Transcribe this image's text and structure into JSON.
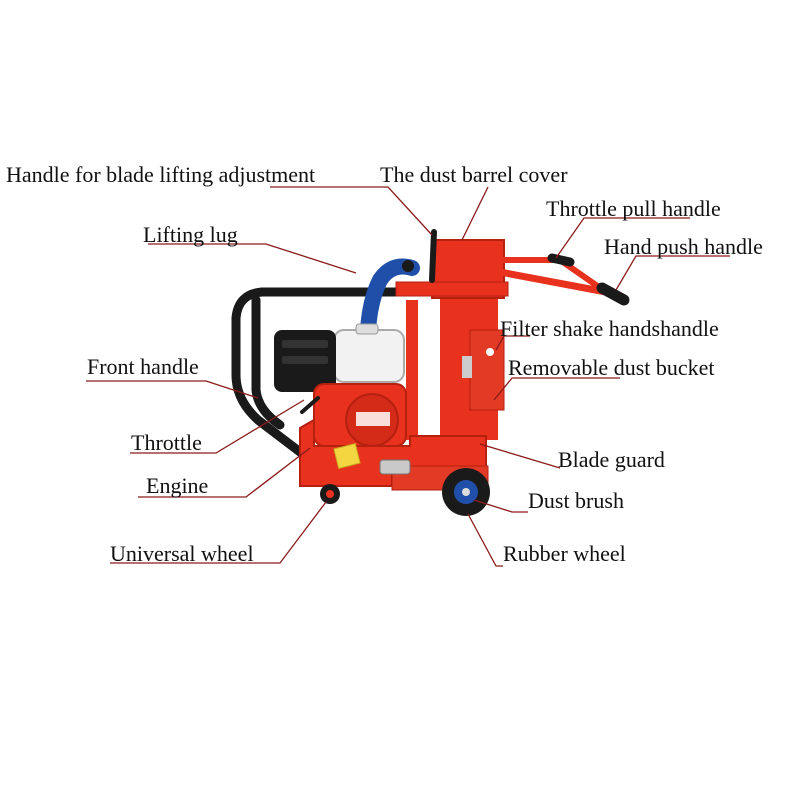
{
  "labels": {
    "handle_blade_lifting": "Handle for blade lifting adjustment",
    "dust_barrel_cover": "The dust barrel cover",
    "throttle_pull_handle": "Throttle pull handle",
    "hand_push_handle": "Hand push handle",
    "lifting_lug": "Lifting lug",
    "filter_shake_handshandle": "Filter shake handshandle",
    "front_handle": "Front handle",
    "removable_dust_bucket": "Removable dust bucket",
    "throttle": "Throttle",
    "blade_guard": "Blade guard",
    "engine": "Engine",
    "dust_brush": "Dust brush",
    "universal_wheel": "Universal wheel",
    "rubber_wheel": "Rubber wheel"
  },
  "colors": {
    "leader_line": "#8b1a1a",
    "machine_red": "#e8321e",
    "dark_red": "#b5200f",
    "frame_black": "#1a1a1a",
    "engine_white": "#f2f2f2",
    "hose_blue": "#1f4fa8",
    "tag_yellow": "#f3d640"
  }
}
